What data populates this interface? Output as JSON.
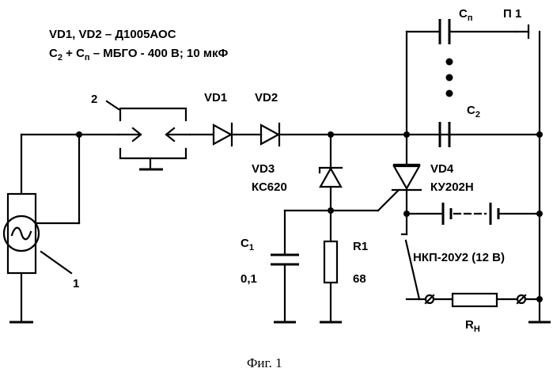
{
  "header": {
    "line1": "VD1, VD2 – Д1005АОС",
    "line2_a": "С",
    "line2_b": "2",
    "line2_c": " + С",
    "line2_d": "п",
    "line2_e": " – МБГО - 400 В; 10 мкФ"
  },
  "labels": {
    "vd1": "VD1",
    "vd2": "VD2",
    "vd3": "VD3",
    "vd3_type": "КС620",
    "vd4": "VD4",
    "vd4_type": "КУ202Н",
    "c1_main": "С",
    "c1_sub": "1",
    "c1_value": "0,1",
    "r1": "R1",
    "r1_value": "68",
    "cn_main": "С",
    "cn_sub": "п",
    "c2_main": "С",
    "c2_sub": "2",
    "p1": "П 1",
    "battery": "НКП-20У2 (12 В)",
    "rn_main": "R",
    "rn_sub": "Н",
    "ref1": "1",
    "ref2": "2"
  },
  "caption": "Фиг. 1"
}
